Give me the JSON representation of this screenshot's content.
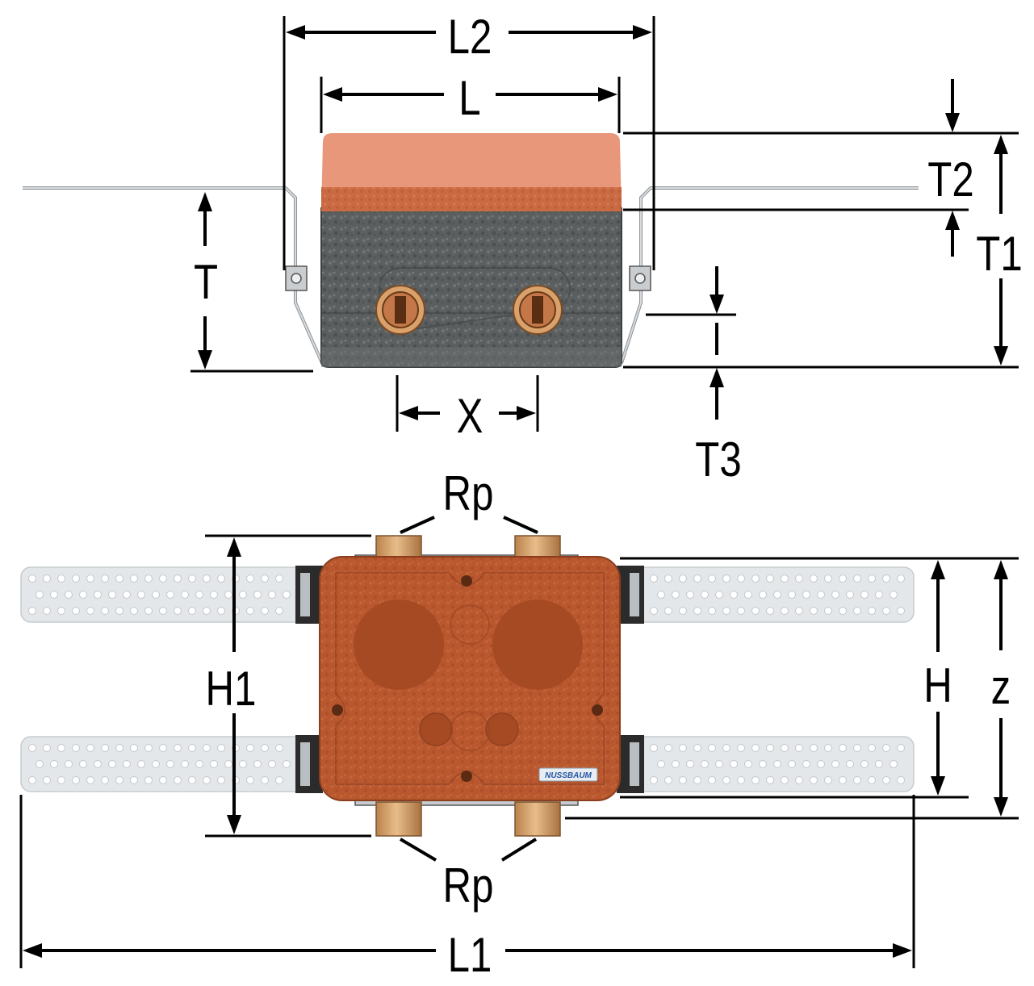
{
  "labels": {
    "l2": "L2",
    "l": "L",
    "t2": "T2",
    "t1": "T1",
    "t": "T",
    "x": "X",
    "t3": "T3",
    "rp_top": "Rp",
    "h1": "H1",
    "h": "H",
    "z": "z",
    "rp_bottom": "Rp",
    "l1": "L1"
  },
  "brand_plate": "NUSSBAUM",
  "colors": {
    "lid": "#e9977a",
    "lid_lower": "#c8653f",
    "insulation": "#5a5d5e",
    "box_body": "#b8562e",
    "brass": "#d2a06a",
    "strap": "#e2e6e9",
    "rail": "#b7bcc0"
  }
}
